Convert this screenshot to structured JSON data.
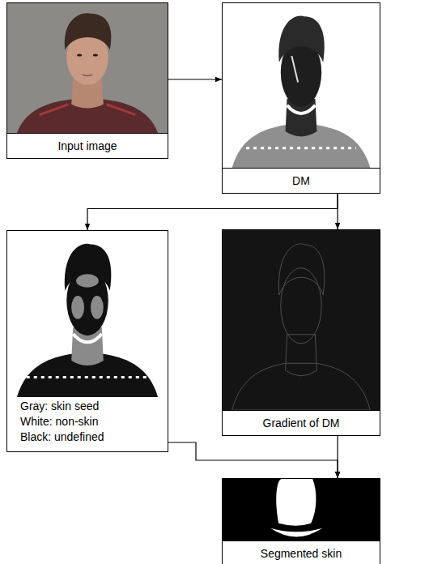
{
  "diagram": {
    "nodes": [
      {
        "text": [
          "Input image"
        ]
      },
      {
        "text": [
          "DM"
        ]
      },
      {
        "text": [
          "Gray: skin seed",
          "White: non-skin",
          "Black: undefined"
        ]
      },
      {
        "text": [
          "Gradient of DM"
        ]
      },
      {
        "text": [
          "Segmented skin"
        ]
      }
    ],
    "edges": [
      {
        "from": 0,
        "to": 1,
        "arrow": "to"
      },
      {
        "from": 1,
        "to": 2,
        "arrow": "to"
      },
      {
        "from": 1,
        "to": 3,
        "arrow": "to"
      },
      {
        "from": 2,
        "to": 4,
        "arrow": "to"
      },
      {
        "from": 3,
        "to": 4,
        "arrow": "to"
      }
    ]
  }
}
